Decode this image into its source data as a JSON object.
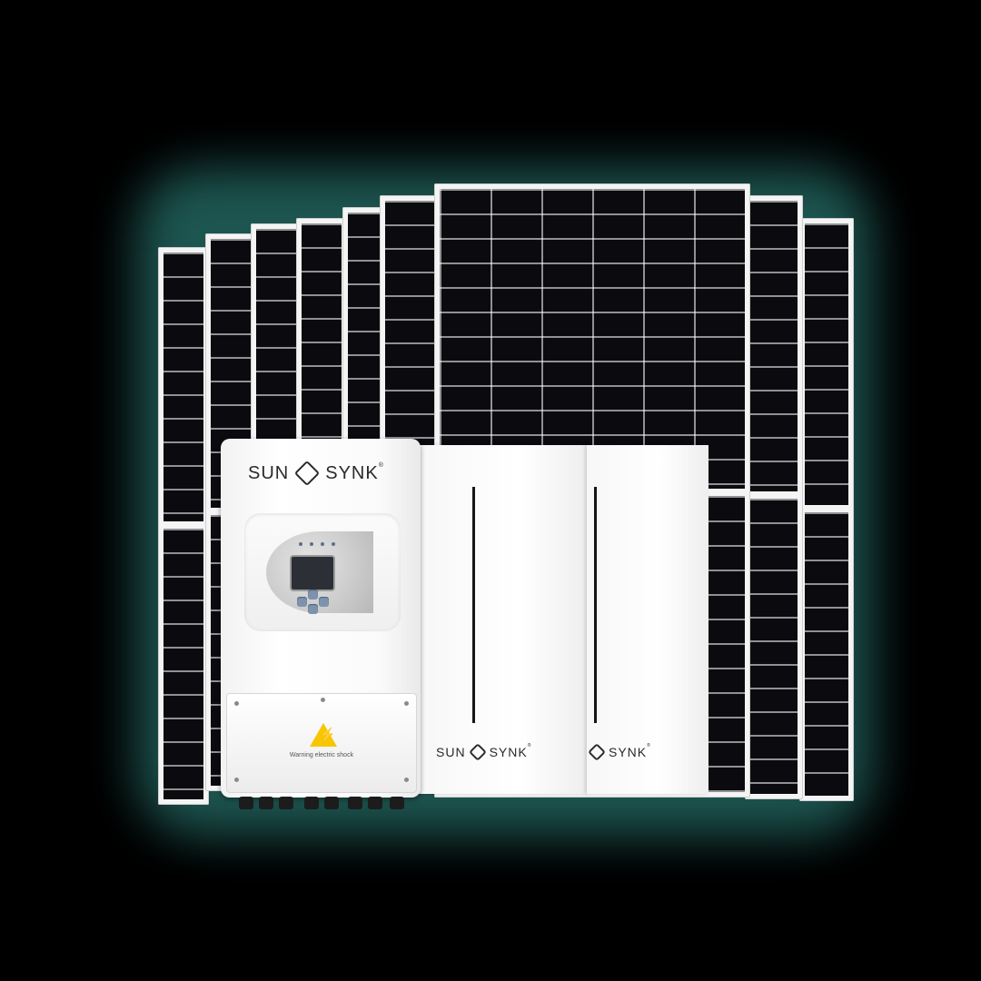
{
  "inverter": {
    "brand_left": "SUN",
    "brand_right": "SYNK",
    "registered_mark": "®",
    "warning_label": "Warning electric shock",
    "warning_icon": "high-voltage-warning-icon"
  },
  "batteries": [
    {
      "brand_left": "SUN",
      "brand_right": "SYNK",
      "registered_mark": "®"
    },
    {
      "brand_left": "",
      "brand_right": "SYNK",
      "registered_mark": "®"
    }
  ],
  "colors": {
    "background": "#000000",
    "halo": "#1f5a55",
    "panel_cells": "#0b0b0f",
    "panel_frame": "#f4f4f4",
    "warning_yellow": "#f7c600"
  }
}
